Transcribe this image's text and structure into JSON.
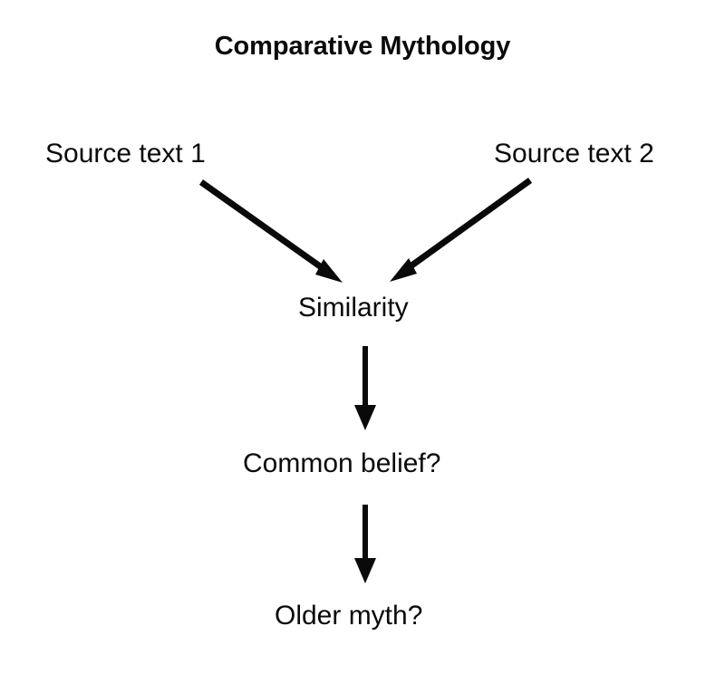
{
  "diagram": {
    "title": "Comparative Mythology",
    "background_color": "#ffffff",
    "ink_color": "#0a0a0a",
    "type": "flowchart",
    "nodes": [
      {
        "id": "source-text-1",
        "label": "Source text 1"
      },
      {
        "id": "source-text-2",
        "label": "Source text 2"
      },
      {
        "id": "similarity",
        "label": "Similarity"
      },
      {
        "id": "common-belief",
        "label": "Common belief?"
      },
      {
        "id": "older-myth",
        "label": "Older myth?"
      }
    ],
    "edges": [
      {
        "id": "edge-source1-similarity",
        "from": "source-text-1",
        "to": "similarity",
        "direction": "diagonal-down-right"
      },
      {
        "id": "edge-source2-similarity",
        "from": "source-text-2",
        "to": "similarity",
        "direction": "diagonal-down-left"
      },
      {
        "id": "edge-similarity-commonbelief",
        "from": "similarity",
        "to": "common-belief",
        "direction": "down"
      },
      {
        "id": "edge-commonbelief-oldermyth",
        "from": "common-belief",
        "to": "older-myth",
        "direction": "down"
      }
    ]
  }
}
